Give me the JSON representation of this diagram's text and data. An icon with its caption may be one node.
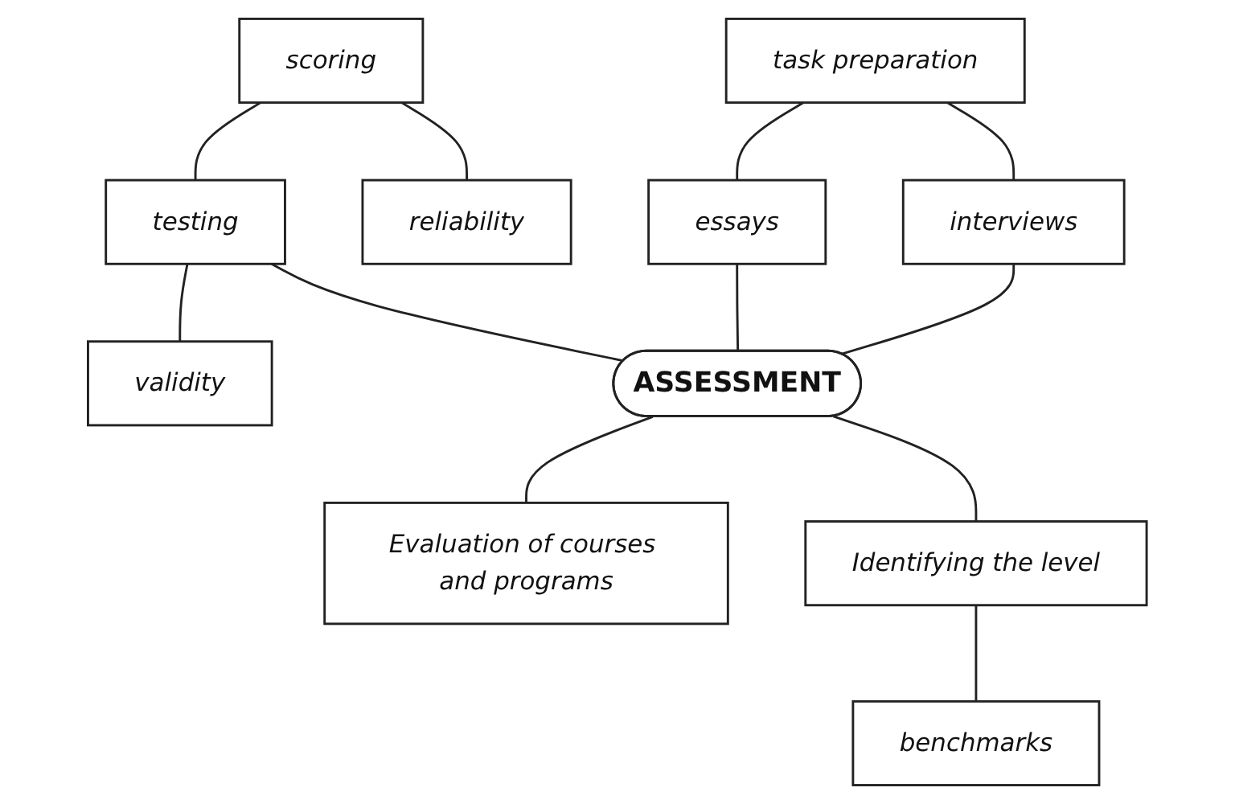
{
  "diagram": {
    "nodes": [
      {
        "text": [
          "scoring"
        ]
      },
      {
        "text": [
          "testing"
        ]
      },
      {
        "text": [
          "task preparation"
        ]
      },
      {
        "text": [
          "reliability"
        ]
      },
      {
        "text": [
          "essays"
        ]
      },
      {
        "text": [
          "interviews"
        ]
      },
      {
        "text": [
          "validity"
        ]
      },
      {
        "text": [
          "ASSESSMENT"
        ]
      },
      {
        "text": [
          "Evaluation of courses and programs"
        ]
      },
      {
        "text": [
          "Identifying the level"
        ]
      },
      {
        "text": [
          "benchmarks"
        ]
      }
    ],
    "edges": [
      {
        "from": 0,
        "to": 1,
        "arrow": "none"
      },
      {
        "from": 0,
        "to": 3,
        "arrow": "none"
      },
      {
        "from": 1,
        "to": 6,
        "arrow": "none"
      },
      {
        "from": 1,
        "to": 7,
        "arrow": "none"
      },
      {
        "from": 2,
        "to": 4,
        "arrow": "none"
      },
      {
        "from": 2,
        "to": 5,
        "arrow": "none"
      },
      {
        "from": 4,
        "to": 7,
        "arrow": "none"
      },
      {
        "from": 5,
        "to": 7,
        "arrow": "none"
      },
      {
        "from": 7,
        "to": 8,
        "arrow": "none"
      },
      {
        "from": 7,
        "to": 9,
        "arrow": "none"
      },
      {
        "from": 9,
        "to": 10,
        "arrow": "none"
      }
    ]
  }
}
